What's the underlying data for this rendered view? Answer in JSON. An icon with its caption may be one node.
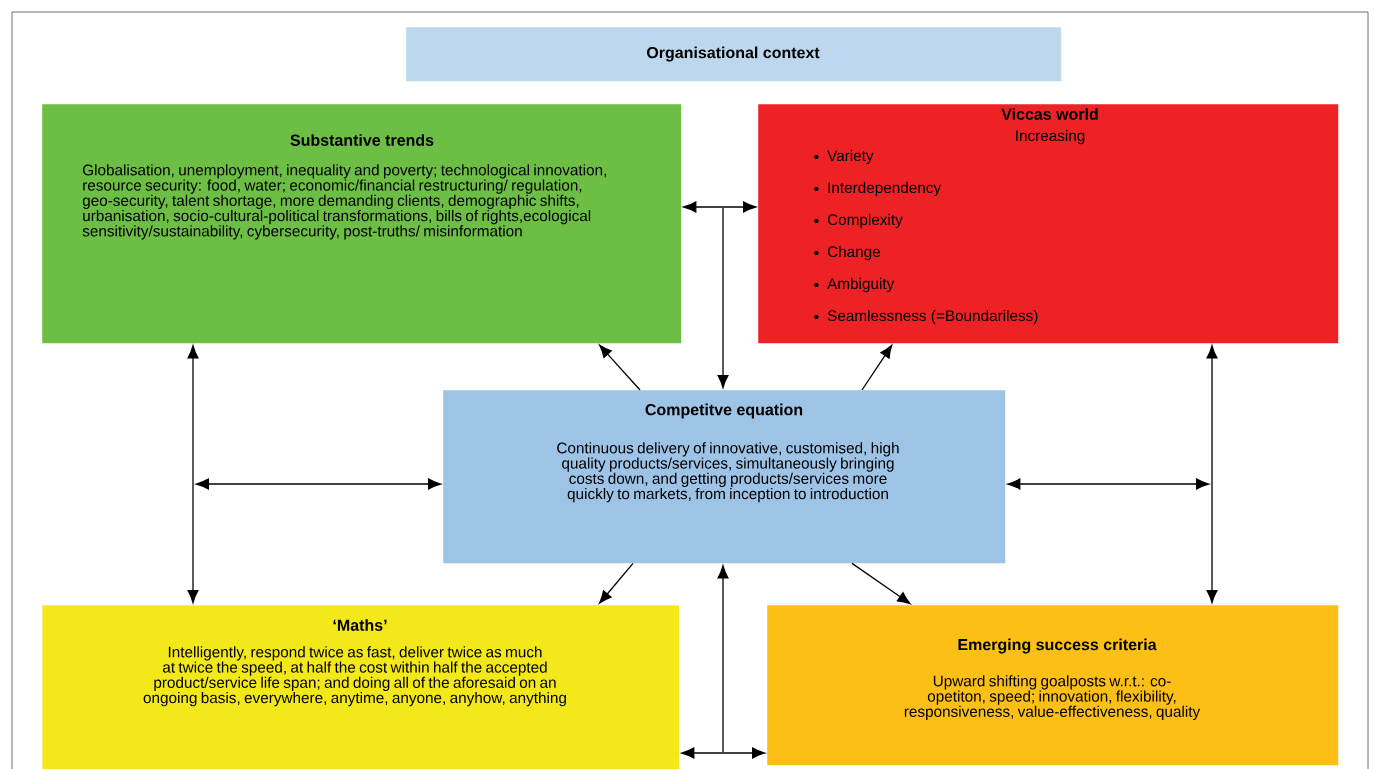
{
  "diagram": {
    "nodes": [
      {
        "text": [
          "Organisational context"
        ]
      },
      {
        "text": [
          "Substantive trends",
          "Globalisation, unemployment, inequality and poverty; technological innovation, resource security: food, water; economic/financial restructuring/ regulation, geo-security, talent shortage, more demanding clients, demographic shifts, urbanisation, socio-cultural-political transformations, bills of rights,ecological sensitivity/sustainability, cybersecurity, post-truths/ misinformation"
        ]
      },
      {
        "text": [
          "Viccas world",
          "Increasing",
          "Variety",
          "Interdependency",
          "Complexity",
          "Change",
          "Ambiguity",
          "Seamlessness (=Boundariless)"
        ]
      },
      {
        "text": [
          "Competitve equation",
          "Continuous delivery of innovative, customised, high quality products/services, simultaneously bringing costs down, and getting products/services more quickly to markets, from inception to introduction"
        ]
      },
      {
        "text": [
          "‘Maths’",
          "Intelligently, respond twice as fast, deliver twice as much at twice the speed, at half the cost within half the accepted product/service life span; and doing all of the aforesaid on an ongoing basis, everywhere, anytime, anyone, anyhow, anything"
        ]
      },
      {
        "text": [
          "Emerging success criteria",
          "Upward shifting goalposts w.r.t.: co-opetiton, speed; innovation, flexibility, responsiveness, value-effectiveness, quality"
        ]
      }
    ],
    "edges": [
      {
        "from": 1,
        "to": 2,
        "arrow": "both"
      },
      {
        "from": null,
        "to": 3,
        "arrow": "to"
      },
      {
        "from": 3,
        "to": 1,
        "arrow": "to"
      },
      {
        "from": 3,
        "to": 2,
        "arrow": "to"
      },
      {
        "from": 1,
        "to": 4,
        "arrow": "both"
      },
      {
        "from": 3,
        "to": null,
        "arrow": "both"
      },
      {
        "from": 3,
        "to": 4,
        "arrow": "to"
      },
      {
        "from": 3,
        "to": 5,
        "arrow": "to"
      },
      {
        "from": 4,
        "to": 5,
        "arrow": "both"
      },
      {
        "from": null,
        "to": 3,
        "arrow": "to"
      },
      {
        "from": 2,
        "to": 5,
        "arrow": "both"
      },
      {
        "from": 3,
        "to": null,
        "arrow": "both"
      }
    ]
  }
}
